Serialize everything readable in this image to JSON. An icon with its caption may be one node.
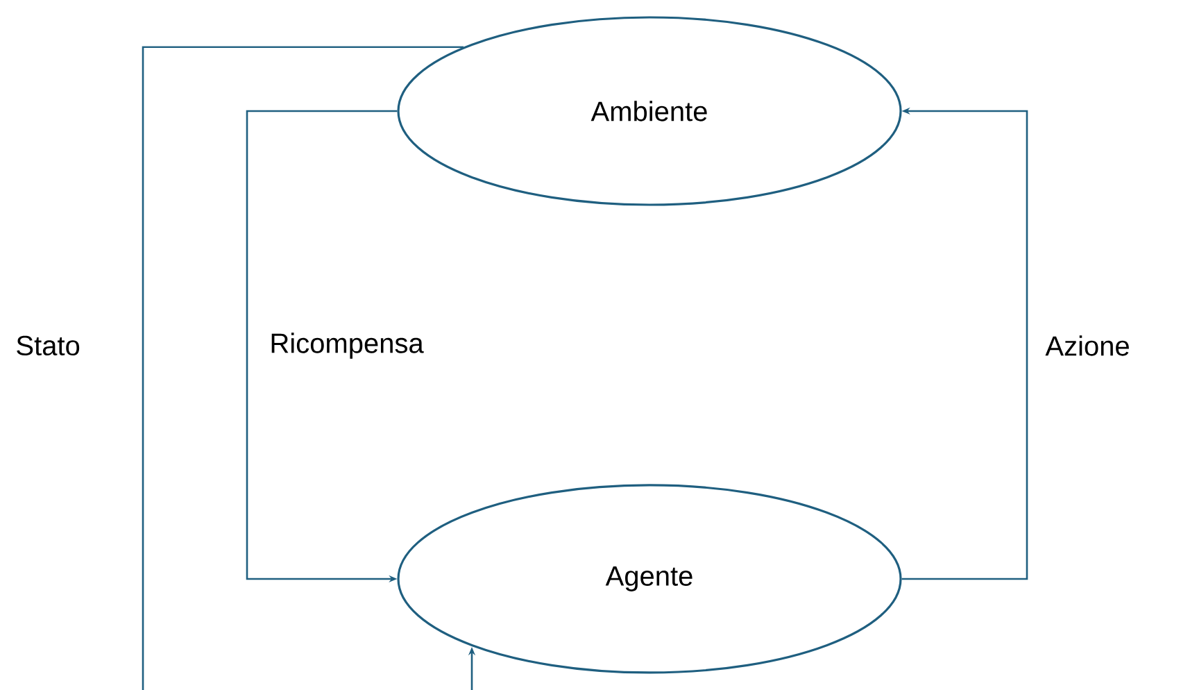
{
  "diagram": {
    "nodes": [
      {
        "text": [
          "Ambiente"
        ]
      },
      {
        "text": [
          "Agente"
        ]
      }
    ],
    "edges": [
      {
        "from": 0,
        "to": 1,
        "arrow": "to",
        "label": "Ricompensa"
      },
      {
        "from": 1,
        "to": 0,
        "arrow": "to",
        "label": "Azione"
      },
      {
        "from": 0,
        "to": 1,
        "arrow": "to",
        "label": "Stato"
      }
    ]
  }
}
